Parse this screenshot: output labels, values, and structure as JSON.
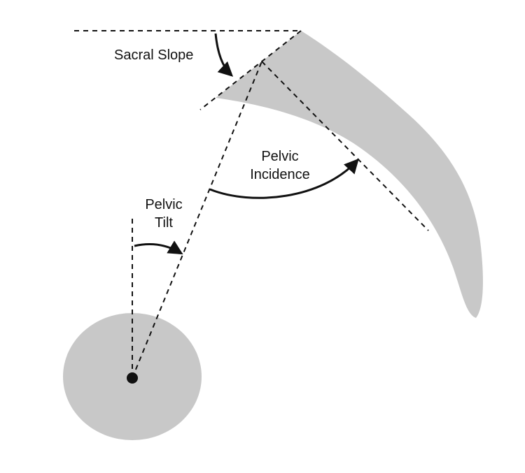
{
  "labels": {
    "sacral_slope": "Sacral Slope",
    "pelvic_incidence_line1": "Pelvic",
    "pelvic_incidence_line2": "Incidence",
    "pelvic_tilt_line1": "Pelvic",
    "pelvic_tilt_line2": "Tilt"
  },
  "colors": {
    "shape_fill": "#c8c8c8",
    "line": "#111111",
    "text": "#111111",
    "background": "#ffffff"
  }
}
